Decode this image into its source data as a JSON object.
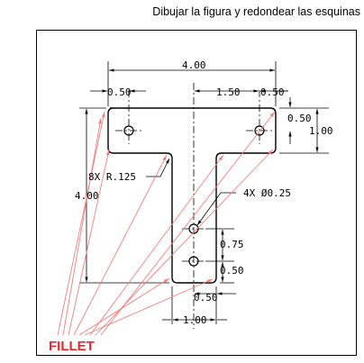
{
  "title": "Dibujar la figura y redondear las esquinas",
  "labels": {
    "overall_width": "4.00",
    "left_hole_offset": "0.50",
    "center_to_hole": "1.50",
    "right_hole_offset": "0.50",
    "hole_from_top": "0.50",
    "top_bar_height": "1.00",
    "overall_height": "4.00",
    "fillet_note": "8X  R.125",
    "hole_note": "4X  Ø0.25",
    "hole_spacing": "0.75",
    "bottom_hole_offset": "0.50",
    "stem_half_width": "0.50",
    "stem_width": "1.00",
    "fillet": "FILLET"
  },
  "colors": {
    "outline": "#000000",
    "fillet_lines": "#f08080",
    "fillet_text": "#e8282d"
  }
}
